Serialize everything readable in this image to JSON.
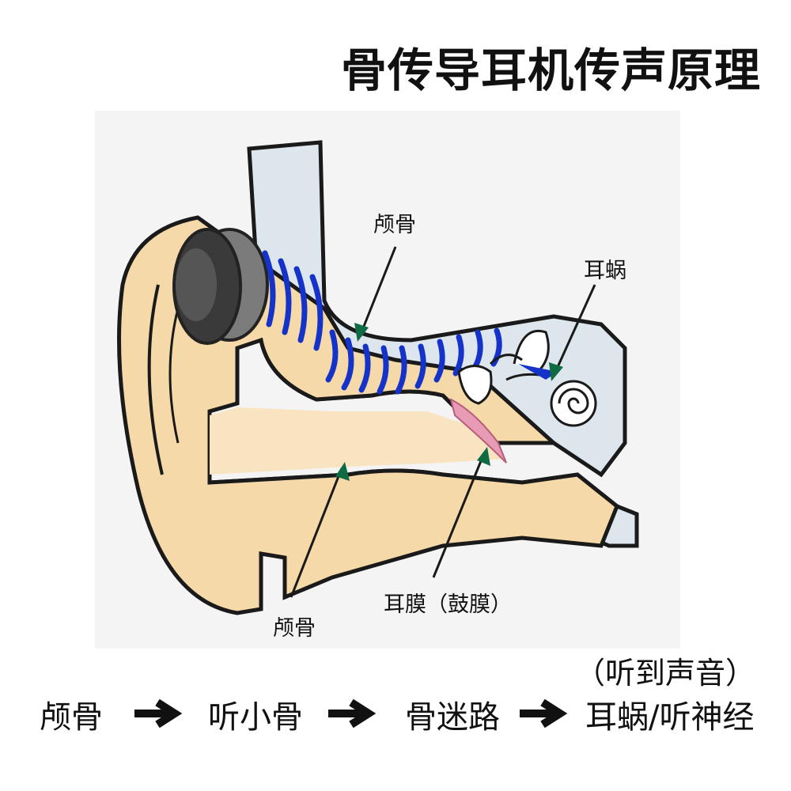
{
  "title": "骨传导耳机传声原理",
  "labels": {
    "skull_upper": "颅骨",
    "cochlea": "耳蜗",
    "eardrum": "耳膜（鼓膜）",
    "skull_lower": "颅骨"
  },
  "flow": {
    "steps": [
      "颅骨",
      "听小骨",
      "骨迷路",
      "耳蜗/听神经"
    ],
    "note": "（听到声音）"
  },
  "colors": {
    "skin": "#f5d9a8",
    "bone": "#dde6ec",
    "outline": "#1a1a1a",
    "wave": "#1533c9",
    "pointer": "#0f6b43",
    "eardrum": "#e79bb4",
    "device": "#3a3a3a"
  }
}
